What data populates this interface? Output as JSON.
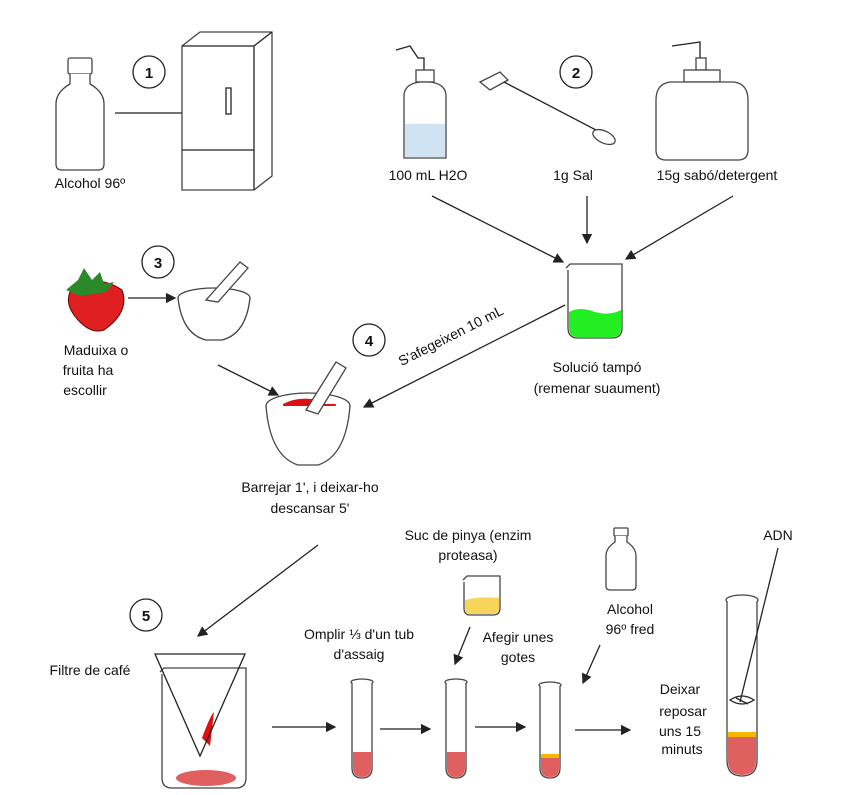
{
  "steps": [
    "1",
    "2",
    "3",
    "4",
    "5"
  ],
  "labels": {
    "alcohol": "Alcohol 96º",
    "water": "100 mL H2O",
    "salt": "1g Sal",
    "soap": "15g sabó/detergent",
    "buffer_1": "Solució tampó",
    "buffer_2": "(remenar suaument)",
    "fruit_1": "Maduixa o",
    "fruit_2": "fruita ha",
    "fruit_3": "escollir",
    "add10": "S'afegeixen 10 mL",
    "mix_1": "Barrejar 1', i deixar-ho",
    "mix_2": "descansar 5'",
    "filter": "Filtre de café",
    "fill_1": "Omplir ⅓ d'un tub",
    "fill_2": "d'assaig",
    "pine_1": "Suc de pinya (enzim",
    "pine_2": "proteasa)",
    "drops_1": "Afegir unes",
    "drops_2": "gotes",
    "cold_1": "Alcohol",
    "cold_2": "96º fred",
    "rest_1": "Deixar",
    "rest_2": "reposar",
    "rest_3": "uns 15",
    "rest_4": "minuts",
    "dna": "ADN"
  },
  "colors": {
    "buffer": "#22ee22",
    "fruit": "#dd1111",
    "extract": "#e06060",
    "pineapple": "#f7d55a",
    "alcohol_layer": "#f5b800",
    "water": "#cfe3f3"
  }
}
